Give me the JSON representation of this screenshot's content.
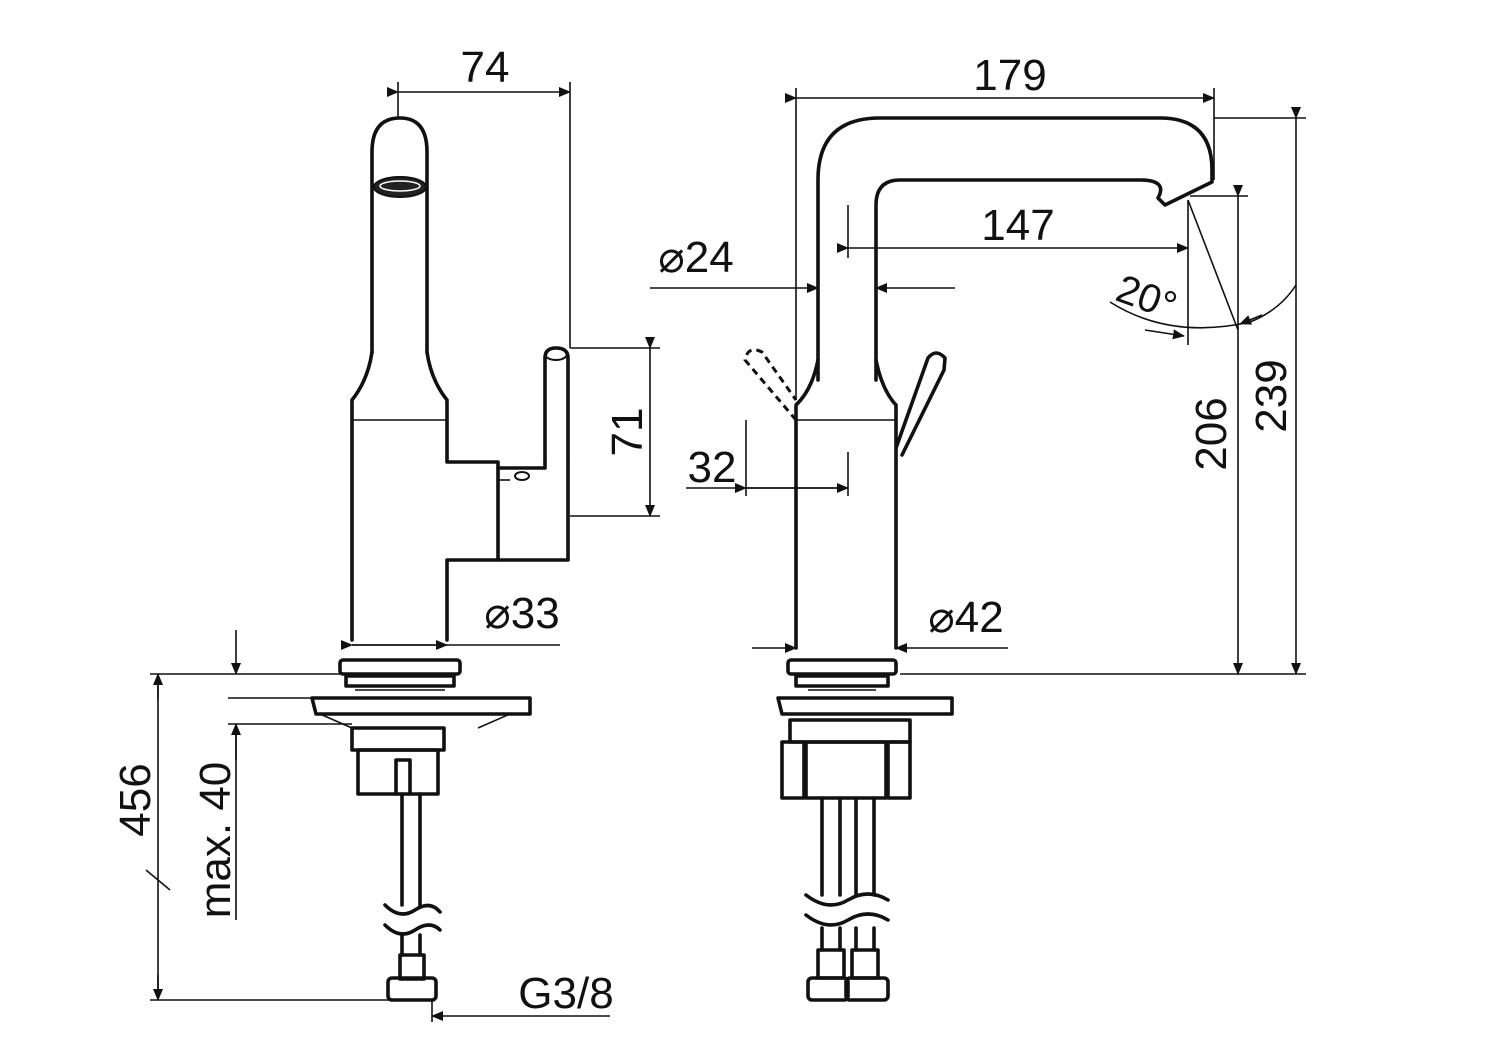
{
  "dimensions": {
    "side_width": "74",
    "lever_height": "71",
    "side_base_dia": "⌀33",
    "total_length": "456",
    "max_thickness": "max. 40",
    "connection": "G3/8",
    "spout_reach_total": "179",
    "spout_reach": "147",
    "spout_dia": "⌀24",
    "spout_angle": "20°",
    "lever_offset": "32",
    "outlet_height": "206",
    "total_height": "239",
    "front_base_dia": "⌀42"
  }
}
